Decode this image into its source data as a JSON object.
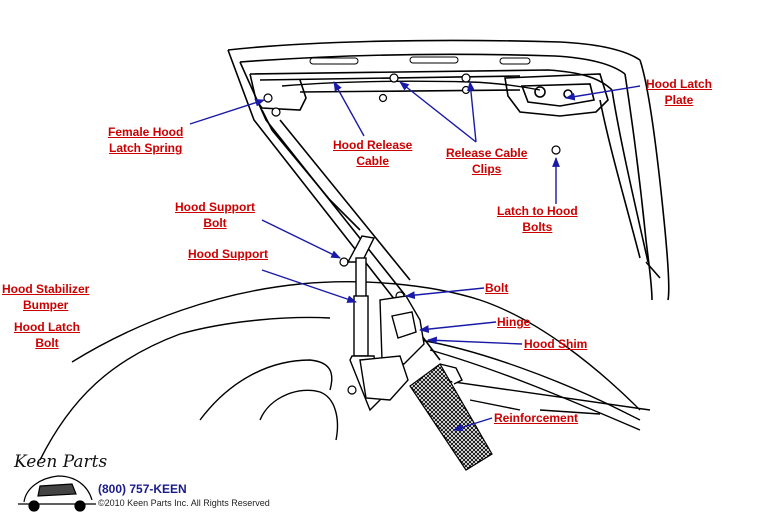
{
  "labels": {
    "hood_latch_plate": [
      "Hood Latch",
      "Plate"
    ],
    "female_hood_latch_spring": [
      "Female Hood",
      "Latch Spring"
    ],
    "hood_release_cable": [
      "Hood Release",
      "Cable"
    ],
    "release_cable_clips": [
      "Release Cable",
      "Clips"
    ],
    "latch_to_hood_bolts": [
      "Latch to Hood",
      "Bolts"
    ],
    "hood_support_bolt": [
      "Hood Support",
      "Bolt"
    ],
    "hood_support": "Hood Support",
    "hood_stabilizer_bumper": [
      "Hood Stabilizer",
      "Bumper"
    ],
    "hood_latch_bolt": [
      "Hood Latch",
      "Bolt"
    ],
    "bolt": "Bolt",
    "hinge": "Hinge",
    "hood_shim": "Hood Shim",
    "reinforcement": "Reinforcement"
  },
  "footer": {
    "logo_text": "Keen Parts",
    "phone": "(800) 757-KEEN",
    "copyright": "©2010 Keen Parts Inc. All Rights Reserved"
  },
  "colors": {
    "label": "#cc0000",
    "arrow": "#1a1aa8",
    "line": "#000000"
  }
}
